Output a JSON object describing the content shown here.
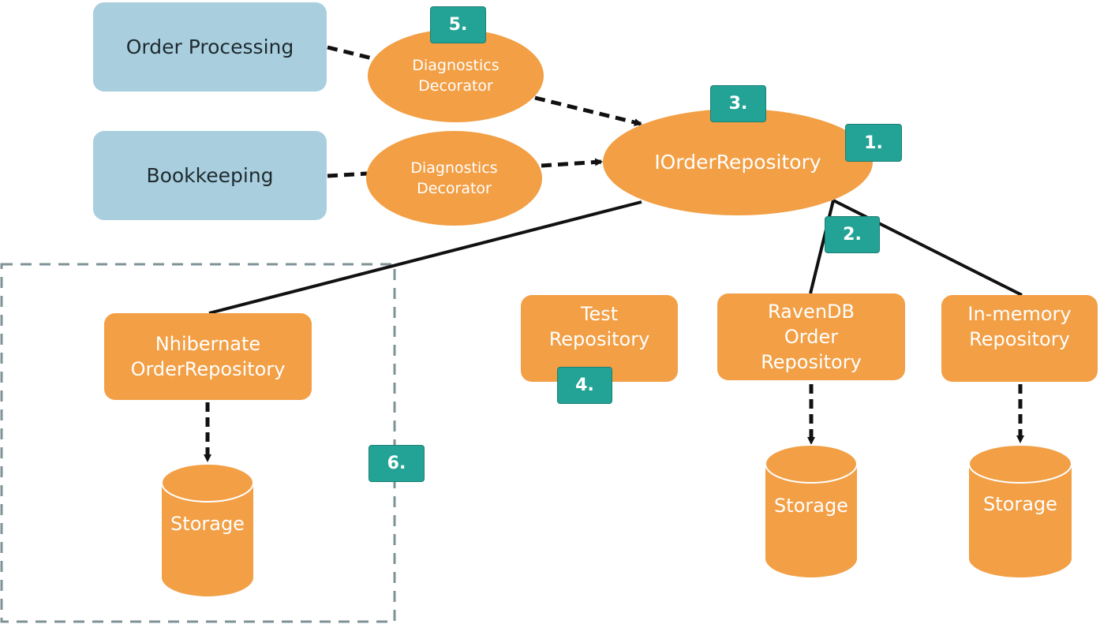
{
  "nodes": {
    "order_processing": "Order Processing",
    "bookkeeping": "Bookkeeping",
    "decorator_top": "Diagnostics\nDecorator",
    "decorator_bottom": "Diagnostics\nDecorator",
    "interface": "IOrderRepository",
    "nhibernate": "Nhibernate\nOrderRepository",
    "test": "Test\nRepository",
    "ravendb": "RavenDB\nOrder\nRepository",
    "inmemory": "In-memory\nRepository"
  },
  "storage": {
    "nhibernate": "Storage",
    "ravendb": "Storage",
    "inmemory": "Storage"
  },
  "badges": {
    "b1": "1.",
    "b2": "2.",
    "b3": "3.",
    "b4": "4.",
    "b5": "5.",
    "b6": "6."
  },
  "colors": {
    "consumer_fill": "#a9cfde",
    "component_fill": "#f29f45",
    "badge_fill": "#22a396",
    "boundary_stroke": "#7f9297"
  }
}
